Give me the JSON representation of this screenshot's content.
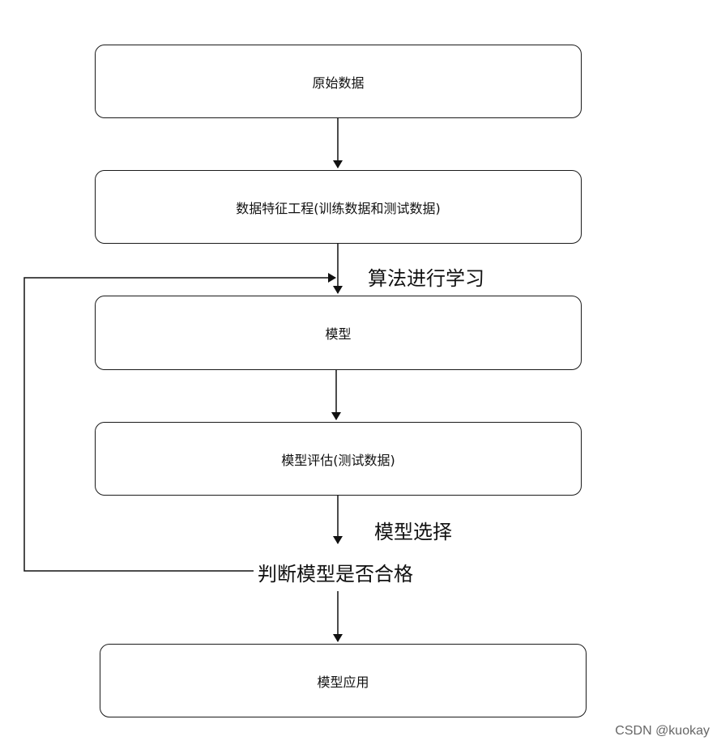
{
  "boxes": {
    "raw_data": "原始数据",
    "feature_engineering": "数据特征工程(训练数据和测试数据)",
    "model": "模型",
    "evaluation": "模型评估(测试数据)",
    "application": "模型应用"
  },
  "edge_labels": {
    "algorithm_learning": "算法进行学习",
    "model_selection": "模型选择",
    "qualified_check": "判断模型是否合格"
  },
  "watermark": "CSDN @kuokay"
}
